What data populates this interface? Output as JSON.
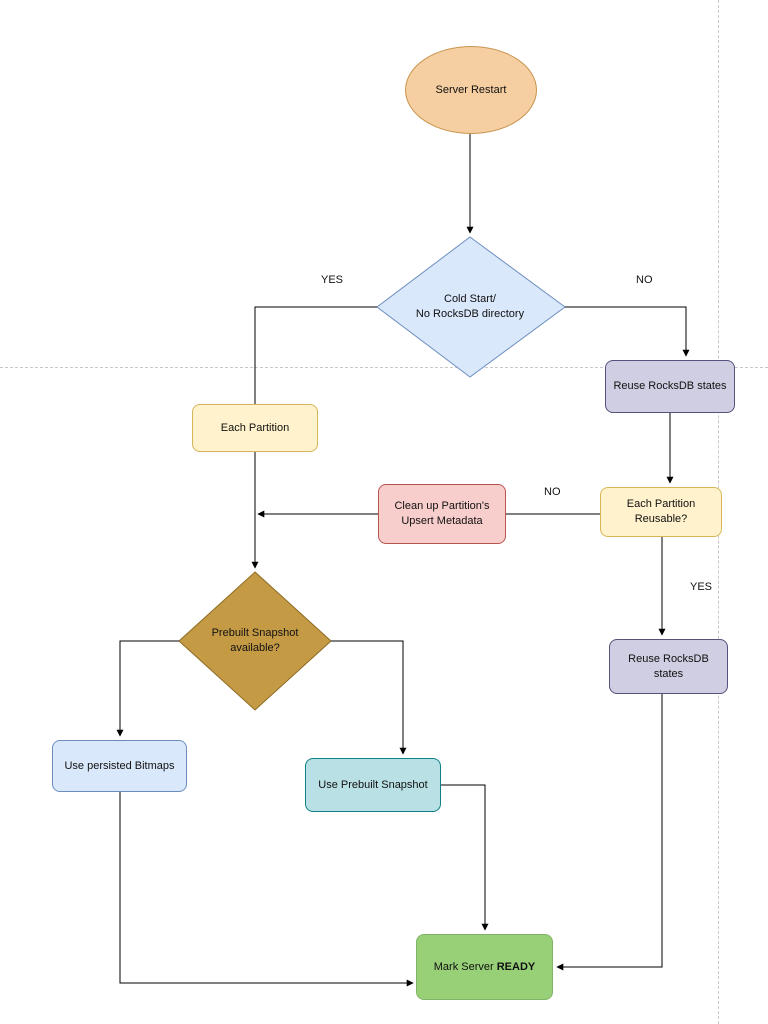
{
  "nodes": {
    "server_restart": "Server Restart",
    "cold_start": "Cold Start/\nNo RocksDB directory",
    "reuse_states_top": "Reuse RocksDB states",
    "each_partition_left": "Each Partition",
    "clean_up": "Clean up Partition's\nUpsert Metadata",
    "each_partition_reusable": "Each Partition\nReusable?",
    "prebuilt_snapshot_q": "Prebuilt Snapshot\navailable?",
    "reuse_states_bottom": "Reuse RocksDB\nstates",
    "use_persisted_bitmaps": "Use persisted Bitmaps",
    "use_prebuilt_snapshot": "Use Prebuilt Snapshot",
    "mark_ready_prefix": "Mark Server ",
    "mark_ready_bold": "READY"
  },
  "edge_labels": {
    "cold_yes": "YES",
    "cold_no": "NO",
    "reusable_no": "NO",
    "reusable_yes": "YES"
  },
  "colors": {
    "ellipse_fill": "#f5cfa1",
    "yellow_fill": "#fff2cc",
    "purple_fill": "#d0cee2",
    "red_fill": "#f8cecc",
    "blue_fill": "#dae8fc",
    "teal_fill": "#b9e0e5",
    "green_fill": "#97d077",
    "diamond_blue_fill": "#dae8fc",
    "diamond_gold_fill": "#c49a45"
  }
}
